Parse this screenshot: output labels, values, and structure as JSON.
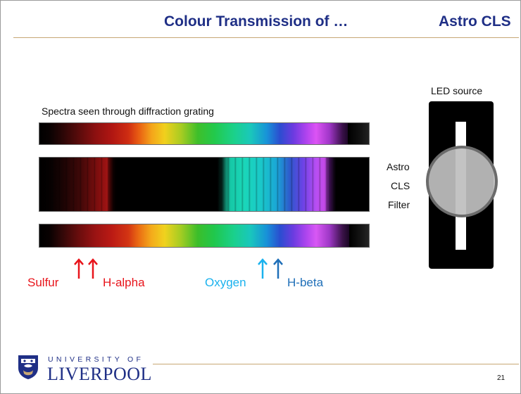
{
  "slide": {
    "title": "Colour Transmission of …",
    "title_right": "Astro CLS",
    "page_number": "21"
  },
  "spectra": {
    "caption": "Spectra seen through diffraction grating"
  },
  "lines": [
    {
      "label": "Sulfur",
      "color": "#e8141b"
    },
    {
      "label": "H-alpha",
      "color": "#e8141b"
    },
    {
      "label": "Oxygen",
      "color": "#1ab2ee"
    },
    {
      "label": "H-beta",
      "color": "#1f6fb8"
    }
  ],
  "filter": {
    "line1": "Astro",
    "line2": "CLS",
    "line3": "Filter"
  },
  "led": {
    "caption": "LED source"
  },
  "logo": {
    "university": "UNIVERSITY OF",
    "name": "LIVERPOOL",
    "color": "#1f2f86"
  }
}
